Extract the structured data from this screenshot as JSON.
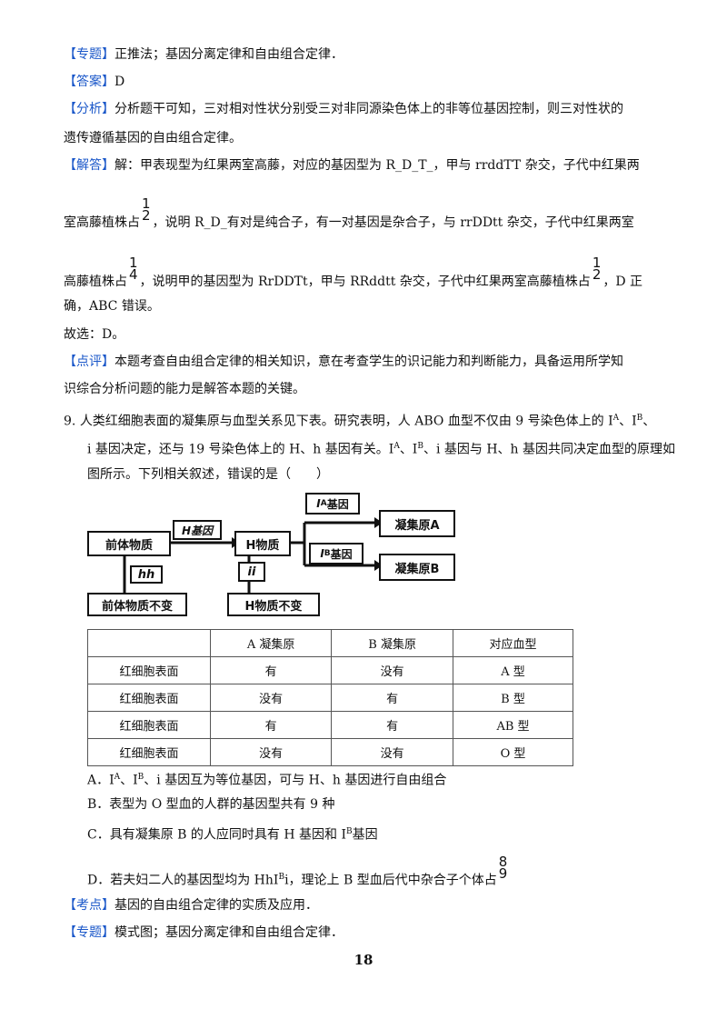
{
  "section1": {
    "topic_tag": "【专题】",
    "topic": "正推法；基因分离定律和自由组合定律．",
    "answer_tag": "【答案】",
    "answer": "D",
    "analysis_tag": "【分析】",
    "analysis_1": "分析题干可知，三对相对性状分别受三对非同源染色体上的非等位基因控制，则三对性状的",
    "analysis_2": "遗传遵循基因的自由组合定律。",
    "solution_tag": "【解答】",
    "solution_1": "解：甲表现型为红果两室高藤，对应的基因型为 R_D_T_，甲与 rrddTT 杂交，子代中红果两",
    "solution_2a": "室高藤植株占",
    "frac_half_num": "1",
    "frac_half_den": "2",
    "solution_2b": "，说明 R_D_有对是纯合子，有一对基因是杂合子，与 rrDDtt 杂交，子代中红果两室",
    "solution_3a": "高藤植株占",
    "frac_quarter_num": "1",
    "frac_quarter_den": "4",
    "solution_3b": "，说明甲的基因型为 RrDDTt，甲与 RRddtt 杂交，子代中红果两室高藤植株占",
    "solution_3c": "，D 正",
    "solution_4": "确，ABC 错误。",
    "choice": "故选：D。",
    "comment_tag": "【点评】",
    "comment_1": "本题考查自由组合定律的相关知识，意在考查学生的识记能力和判断能力，具备运用所学知",
    "comment_2": "识综合分析问题的能力是解答本题的关键。"
  },
  "question9": {
    "number": "9.",
    "stem_1a": "人类红细胞表面的凝集原与血型关系见下表。研究表明，人 ABO 血型不仅由 9 号染色体上的 I",
    "sup_A": "A",
    "sep": "、I",
    "sup_B": "B",
    "stem_1b": "、",
    "stem_2a": "i 基因决定，还与 19 号染色体上的 H、h 基因有关。I",
    "stem_2b": "、i 基因与 H、h 基因共同决定血型的原理如",
    "stem_3": "图所示。下列相关叙述，错误的是（　　）"
  },
  "diagram": {
    "precursor": "前体物质",
    "h_gene": "H基因",
    "h_substance": "H物质",
    "hh": "hh",
    "precursor_unchanged": "前体物质不变",
    "ii": "ii",
    "h_unchanged": "H物质不变",
    "ia_gene": "I",
    "ia_sup": "A",
    "ib_sup": "B",
    "gene_suffix": "基因",
    "agglutinogen_a": "凝集原A",
    "agglutinogen_b": "凝集原B"
  },
  "table": {
    "headers": [
      "",
      "A 凝集原",
      "B 凝集原",
      "对应血型"
    ],
    "rows": [
      [
        "红细胞表面",
        "有",
        "没有",
        "A 型"
      ],
      [
        "红细胞表面",
        "没有",
        "有",
        "B 型"
      ],
      [
        "红细胞表面",
        "有",
        "有",
        "AB 型"
      ],
      [
        "红细胞表面",
        "没有",
        "没有",
        "O 型"
      ]
    ]
  },
  "options": {
    "A_pre": "A．I",
    "A_post": "、i 基因互为等位基因，可与 H、h 基因进行自由组合",
    "B": "B．表型为 O 型血的人群的基因型共有 9 种",
    "C_pre": "C．具有凝集原 B 的人应同时具有 H 基因和 I",
    "C_post": "基因",
    "D_pre": "D．若夫妇二人的基因型均为 HhI",
    "D_mid": "i，理论上 B 型血后代中杂合子个体占",
    "frac_num": "8",
    "frac_den": "9"
  },
  "section2": {
    "point_tag": "【考点】",
    "point": "基因的自由组合定律的实质及应用．",
    "topic_tag": "【专题】",
    "topic": "模式图；基因分离定律和自由组合定律．"
  },
  "page_number": "18"
}
